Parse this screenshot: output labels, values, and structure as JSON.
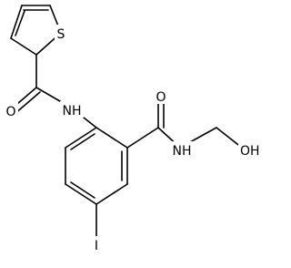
{
  "atoms": {
    "S": "S",
    "O_thiophene_amide": "O",
    "NH_thiophene_amide": "NH",
    "O_benzamide": "O",
    "NH_benzamide": "NH",
    "OH": "OH",
    "I": "I"
  },
  "colors": {
    "bond": "#000000",
    "label": "#000000",
    "background": "#ffffff"
  }
}
